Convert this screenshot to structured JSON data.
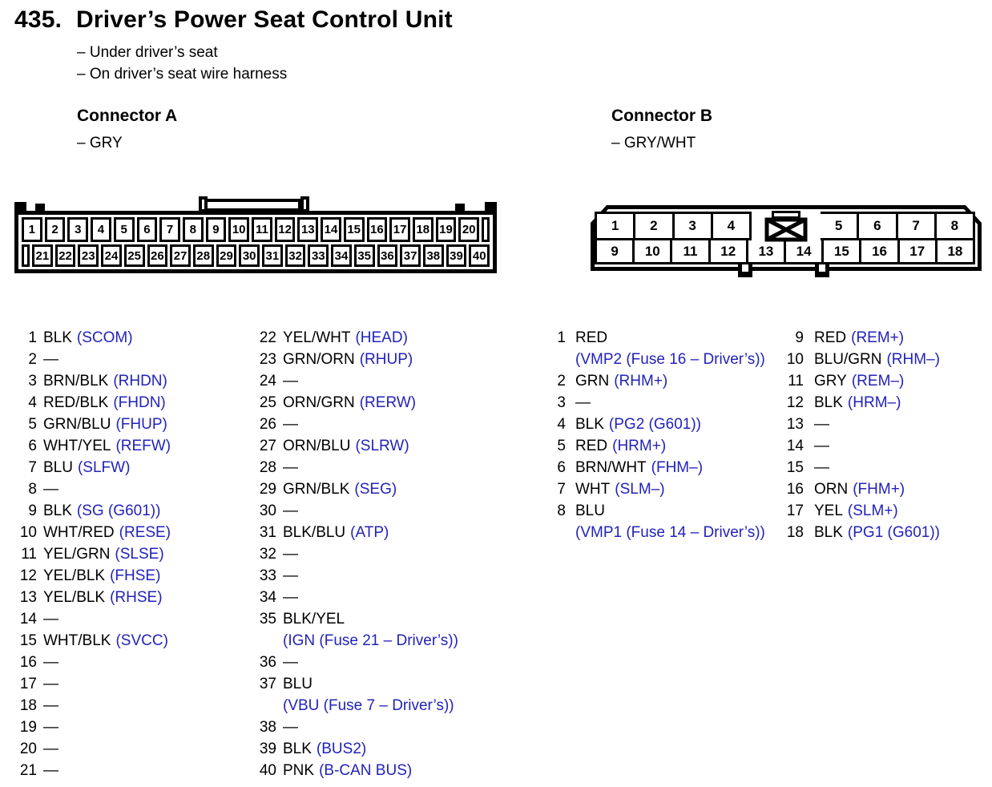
{
  "page": {
    "number": "435.",
    "title": "Driver’s Power Seat Control Unit",
    "location_notes": [
      "– Under driver’s seat",
      "– On driver’s seat wire harness"
    ]
  },
  "colors": {
    "signal_text_blue": "#2222bb",
    "body_text": "#000000",
    "background": "#ffffff"
  },
  "connector_a": {
    "heading": "Connector A",
    "housing_color": "– GRY",
    "pin_numbers_row1": [
      "1",
      "2",
      "3",
      "4",
      "5",
      "6",
      "7",
      "8",
      "9",
      "10",
      "11",
      "12",
      "13",
      "14",
      "15",
      "16",
      "17",
      "18",
      "19",
      "20"
    ],
    "pin_numbers_row2": [
      "21",
      "22",
      "23",
      "24",
      "25",
      "26",
      "27",
      "28",
      "29",
      "30",
      "31",
      "32",
      "33",
      "34",
      "35",
      "36",
      "37",
      "38",
      "39",
      "40"
    ],
    "pin_list_col1": [
      {
        "num": "1",
        "wire": "BLK",
        "signal": "(SCOM)"
      },
      {
        "num": "2",
        "wire": "—"
      },
      {
        "num": "3",
        "wire": "BRN/BLK",
        "signal": "(RHDN)"
      },
      {
        "num": "4",
        "wire": "RED/BLK",
        "signal": "(FHDN)"
      },
      {
        "num": "5",
        "wire": "GRN/BLU",
        "signal": "(FHUP)"
      },
      {
        "num": "6",
        "wire": "WHT/YEL",
        "signal": "(REFW)"
      },
      {
        "num": "7",
        "wire": "BLU",
        "signal": "(SLFW)"
      },
      {
        "num": "8",
        "wire": "—"
      },
      {
        "num": "9",
        "wire": "BLK",
        "signal": "(SG (G601))"
      },
      {
        "num": "10",
        "wire": "WHT/RED",
        "signal": "(RESE)"
      },
      {
        "num": "11",
        "wire": "YEL/GRN",
        "signal": "(SLSE)"
      },
      {
        "num": "12",
        "wire": "YEL/BLK",
        "signal": "(FHSE)"
      },
      {
        "num": "13",
        "wire": "YEL/BLK",
        "signal": "(RHSE)"
      },
      {
        "num": "14",
        "wire": "—"
      },
      {
        "num": "15",
        "wire": "WHT/BLK",
        "signal": "(SVCC)"
      },
      {
        "num": "16",
        "wire": "—"
      },
      {
        "num": "17",
        "wire": "—"
      },
      {
        "num": "18",
        "wire": "—"
      },
      {
        "num": "19",
        "wire": "—"
      },
      {
        "num": "20",
        "wire": "—"
      },
      {
        "num": "21",
        "wire": "—"
      }
    ],
    "pin_list_col2": [
      {
        "num": "22",
        "wire": "YEL/WHT",
        "signal": "(HEAD)"
      },
      {
        "num": "23",
        "wire": "GRN/ORN",
        "signal": "(RHUP)"
      },
      {
        "num": "24",
        "wire": "—"
      },
      {
        "num": "25",
        "wire": "ORN/GRN",
        "signal": "(RERW)"
      },
      {
        "num": "26",
        "wire": "—"
      },
      {
        "num": "27",
        "wire": "ORN/BLU",
        "signal": "(SLRW)"
      },
      {
        "num": "28",
        "wire": "—"
      },
      {
        "num": "29",
        "wire": "GRN/BLK",
        "signal": "(SEG)"
      },
      {
        "num": "30",
        "wire": "—"
      },
      {
        "num": "31",
        "wire": "BLK/BLU",
        "signal": "(ATP)"
      },
      {
        "num": "32",
        "wire": "—"
      },
      {
        "num": "33",
        "wire": "—"
      },
      {
        "num": "34",
        "wire": "—"
      },
      {
        "num": "35",
        "wire": "BLK/YEL",
        "signal2": "(IGN (Fuse 21 – Driver’s))"
      },
      {
        "num": "36",
        "wire": "—"
      },
      {
        "num": "37",
        "wire": "BLU",
        "signal2": "(VBU (Fuse 7 – Driver’s))"
      },
      {
        "num": "38",
        "wire": "—"
      },
      {
        "num": "39",
        "wire": "BLK",
        "signal": "(BUS2)"
      },
      {
        "num": "40",
        "wire": "PNK",
        "signal": "(B-CAN BUS)"
      }
    ]
  },
  "connector_b": {
    "heading": "Connector B",
    "housing_color": "– GRY/WHT",
    "pin_numbers_row1_left": [
      "1",
      "2",
      "3",
      "4"
    ],
    "pin_numbers_row1_right": [
      "5",
      "6",
      "7",
      "8"
    ],
    "pin_numbers_row2": [
      "9",
      "10",
      "11",
      "12",
      "13",
      "14",
      "15",
      "16",
      "17",
      "18"
    ],
    "pin_list_col1": [
      {
        "num": "1",
        "wire": "RED",
        "signal2": "(VMP2 (Fuse 16 – Driver’s))"
      },
      {
        "num": "2",
        "wire": "GRN",
        "signal": "(RHM+)"
      },
      {
        "num": "3",
        "wire": "—"
      },
      {
        "num": "4",
        "wire": "BLK",
        "signal": "(PG2 (G601))"
      },
      {
        "num": "5",
        "wire": "RED",
        "signal": "(HRM+)"
      },
      {
        "num": "6",
        "wire": "BRN/WHT",
        "signal": "(FHM–)"
      },
      {
        "num": "7",
        "wire": "WHT",
        "signal": "(SLM–)"
      },
      {
        "num": "8",
        "wire": "BLU",
        "signal2": "(VMP1 (Fuse 14 – Driver’s))"
      }
    ],
    "pin_list_col2": [
      {
        "num": "9",
        "wire": "RED",
        "signal": "(REM+)"
      },
      {
        "num": "10",
        "wire": "BLU/GRN",
        "signal": "(RHM–)"
      },
      {
        "num": "11",
        "wire": "GRY",
        "signal": "(REM–)"
      },
      {
        "num": "12",
        "wire": "BLK",
        "signal": "(HRM–)"
      },
      {
        "num": "13",
        "wire": "—"
      },
      {
        "num": "14",
        "wire": "—"
      },
      {
        "num": "15",
        "wire": "—"
      },
      {
        "num": "16",
        "wire": "ORN",
        "signal": "(FHM+)"
      },
      {
        "num": "17",
        "wire": "YEL",
        "signal": "(SLM+)"
      },
      {
        "num": "18",
        "wire": "BLK",
        "signal": "(PG1 (G601))"
      }
    ]
  }
}
